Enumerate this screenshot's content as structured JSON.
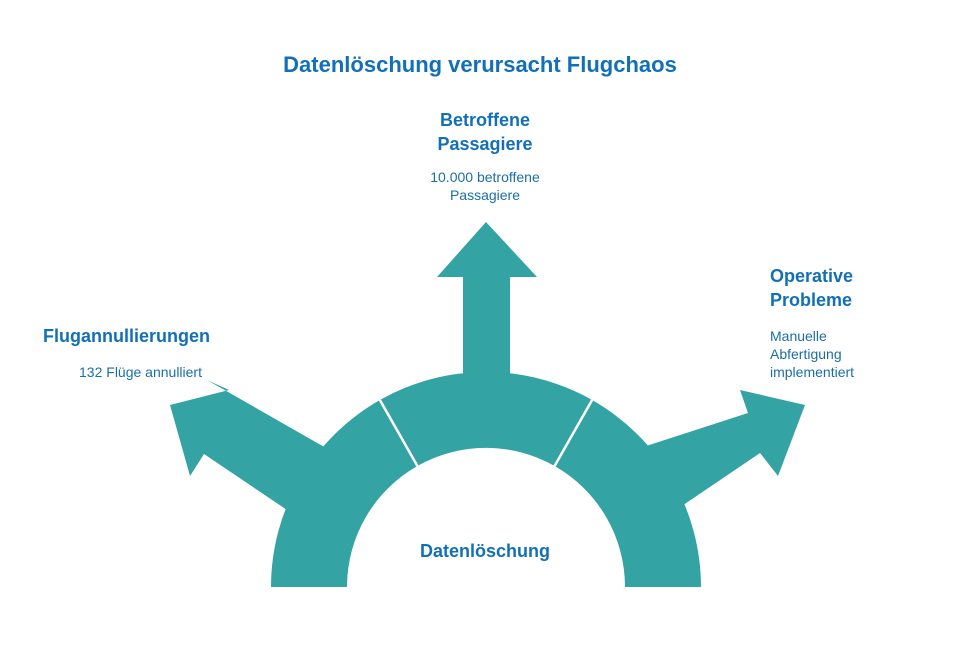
{
  "title": "Datenlöschung verursacht Flugchaos",
  "center": "Datenlöschung",
  "colors": {
    "fill": "#34a3a3",
    "text": "#1170b7"
  },
  "branches": {
    "top": {
      "title": "Betroffene\nPassagiere",
      "desc": "10.000 betroffene\nPassagiere"
    },
    "left": {
      "title": "Flugannullierungen",
      "desc": "132 Flüge annulliert"
    },
    "right": {
      "title": "Operative\nProbleme",
      "desc": "Manuelle\nAbfertigung\nimplementiert"
    }
  }
}
